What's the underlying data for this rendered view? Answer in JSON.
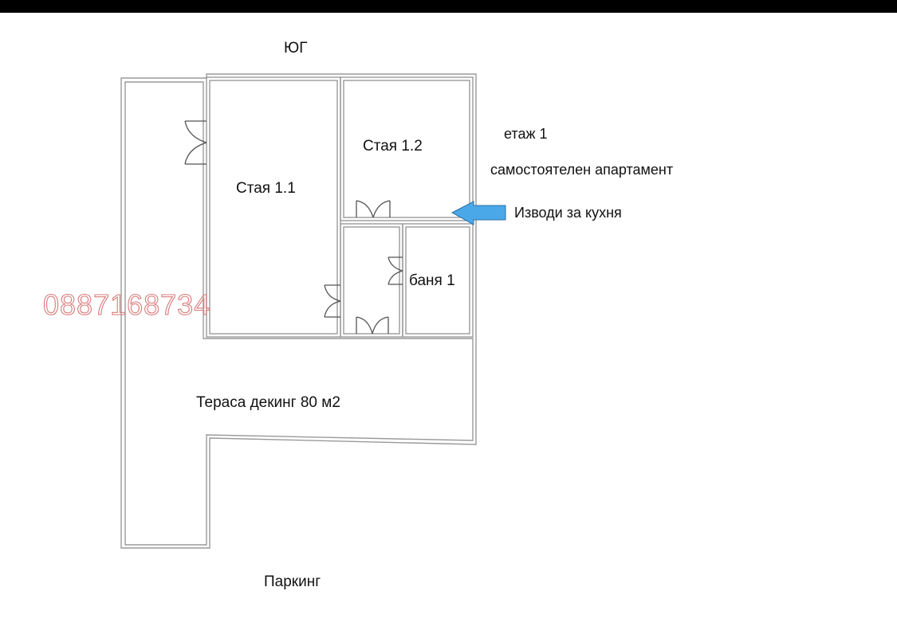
{
  "plan": {
    "compass_label": "ЮГ",
    "bottom_label": "Паркинг",
    "rooms": [
      {
        "id": "room-1-1",
        "label": "Стая 1.1"
      },
      {
        "id": "room-1-2",
        "label": "Стая 1.2"
      },
      {
        "id": "bathroom-1",
        "label": "баня 1"
      },
      {
        "id": "terrace",
        "label": "Тераса декинг 80 м2"
      }
    ],
    "notes": {
      "floor": "етаж 1",
      "type": "самостоятелен апартамент",
      "kitchen_outlets": "Изводи за кухня"
    },
    "watermark_phone": "0887168734",
    "colors": {
      "wall": "#9a9a9a",
      "arrow_fill": "#4aa8e8",
      "arrow_stroke": "#2c6fa3",
      "watermark": "#d97a7a",
      "top_bar": "#000000"
    }
  }
}
